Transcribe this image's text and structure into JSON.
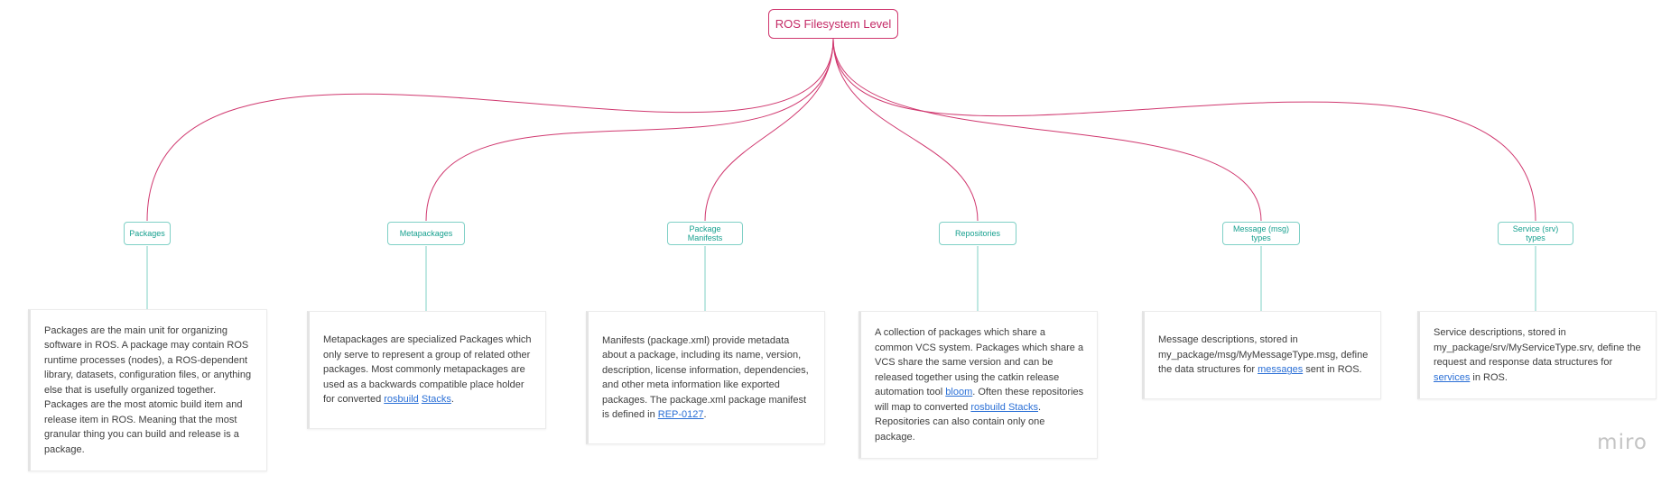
{
  "root": {
    "label": "ROS Filesystem Level"
  },
  "colors": {
    "root_line": "#d0386f",
    "child_line": "#7fd0c6",
    "root_text": "#c42a66",
    "child_text": "#17a08f"
  },
  "topics": [
    {
      "label": "Packages"
    },
    {
      "label": "Metapackages"
    },
    {
      "label": "Package Manifests"
    },
    {
      "label": "Repositories"
    },
    {
      "label": "Message (msg) types"
    },
    {
      "label": "Service (srv) types"
    }
  ],
  "cards": [
    {
      "text_1": "Packages are the main unit for organizing software in ROS. A package may contain ROS runtime processes (nodes), a ROS-dependent library, datasets, configuration files, or anything else that is usefully organized together. Packages are the most atomic build item and release item in ROS. Meaning that the most granular thing you can build and release is a package."
    },
    {
      "text_1": "Metapackages are specialized Packages which only serve to represent a group of related other packages. Most commonly metapackages are used as a backwards compatible place holder for converted ",
      "link_1": "rosbuild",
      "text_2": " ",
      "link_2": "Stacks",
      "text_3": "."
    },
    {
      "text_1": "Manifests (package.xml) provide metadata about a package, including its name, version, description, license information, dependencies, and other meta information like exported packages. The package.xml package manifest is defined in ",
      "link_1": "REP-0127",
      "text_2": "."
    },
    {
      "text_1": "A collection of packages which share a common VCS system. Packages which share a VCS share the same version and can be released together using the catkin release automation tool ",
      "link_1": "bloom",
      "text_2": ". Often these repositories will map to converted ",
      "link_2": "rosbuild Stacks",
      "text_3": ". Repositories can also contain only one package."
    },
    {
      "text_1": "Message descriptions, stored in my_package/msg/MyMessageType.msg, define the data structures for ",
      "link_1": "messages",
      "text_2": " sent in ROS."
    },
    {
      "text_1": "Service descriptions, stored in my_package/srv/MyServiceType.srv, define the request and response data structures for ",
      "link_1": "services",
      "text_2": " in ROS."
    }
  ],
  "brand": {
    "label": "miro"
  }
}
